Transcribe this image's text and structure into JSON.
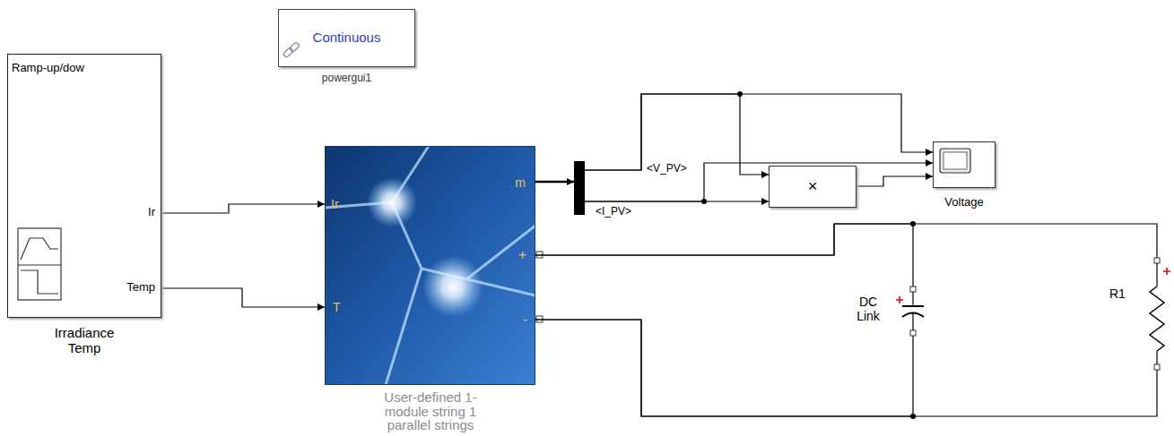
{
  "diagram": {
    "nodes": [
      {
        "text": [
          "Continuous",
          "powergui1"
        ]
      },
      {
        "text": [
          "Ramp-up/dow",
          "Ir",
          "Temp",
          "Irradiance Temp"
        ]
      },
      {
        "text": [
          "Ir",
          "T",
          "m",
          "+",
          "-",
          "User-defined 1-module string 1 parallel strings"
        ]
      },
      {
        "text": [
          "<V_PV>",
          "<I_PV>"
        ]
      },
      {
        "text": [
          "Voltage"
        ]
      },
      {
        "text": [
          "×"
        ]
      },
      {
        "text": [
          "DC Link"
        ]
      },
      {
        "text": [
          "R1"
        ]
      }
    ],
    "edges": [
      {
        "from": 1,
        "to": 2,
        "arrow": "to"
      },
      {
        "from": 1,
        "to": 2,
        "arrow": "to"
      },
      {
        "from": 2,
        "to": 3,
        "arrow": "to"
      },
      {
        "from": 3,
        "to": 4,
        "arrow": "to"
      },
      {
        "from": 3,
        "to": 5,
        "arrow": "to"
      },
      {
        "from": 3,
        "to": 5,
        "arrow": "to"
      },
      {
        "from": 3,
        "to": 4,
        "arrow": "to"
      },
      {
        "from": 5,
        "to": 4,
        "arrow": "to"
      },
      {
        "from": 2,
        "to": 6,
        "arrow": "none"
      },
      {
        "from": 2,
        "to": 7,
        "arrow": "none"
      },
      {
        "from": 2,
        "to": 6,
        "arrow": "none"
      },
      {
        "from": 2,
        "to": 7,
        "arrow": "none"
      }
    ]
  }
}
